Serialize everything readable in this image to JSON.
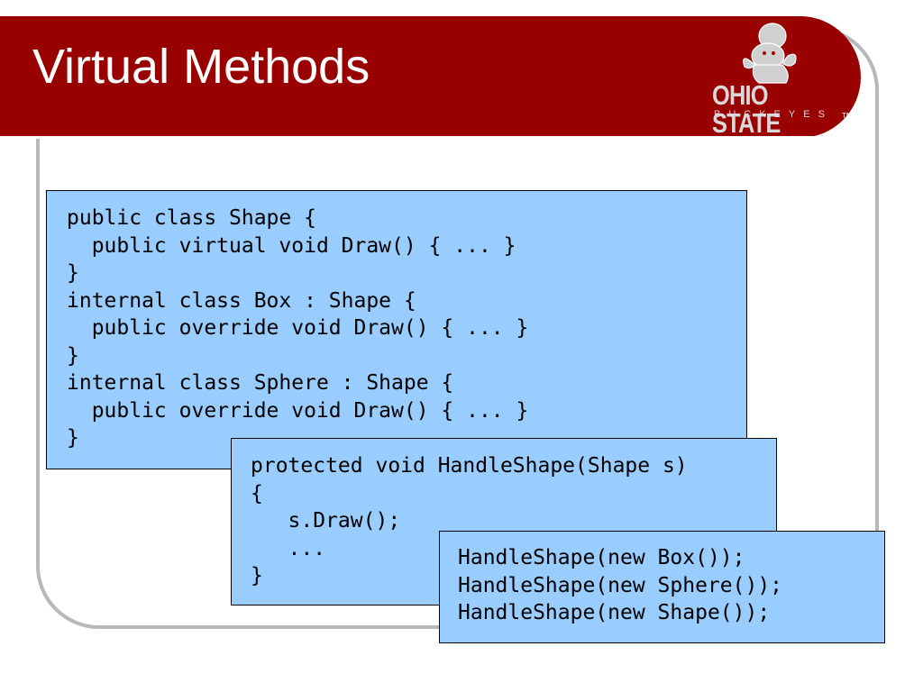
{
  "slide": {
    "title": "Virtual Methods"
  },
  "logo": {
    "wordmark": "OHIO STATE",
    "sub": "BUCKEYES",
    "tm": "TM"
  },
  "code_blocks": [
    {
      "lines": [
        "public class Shape {",
        "  public virtual void Draw() { ... }",
        "}",
        "internal class Box : Shape {",
        "  public override void Draw() { ... }",
        "}",
        "internal class Sphere : Shape {",
        "  public override void Draw() { ... }",
        "}"
      ]
    },
    {
      "lines": [
        "protected void HandleShape(Shape s)",
        "{",
        "   s.Draw();",
        "   ...",
        "}"
      ]
    },
    {
      "lines": [
        "HandleShape(new Box());",
        "HandleShape(new Sphere());",
        "HandleShape(new Shape());"
      ]
    }
  ],
  "colors": {
    "title_bar": "#990000",
    "code_background": "#99ccff",
    "frame": "#b8b8b8"
  }
}
